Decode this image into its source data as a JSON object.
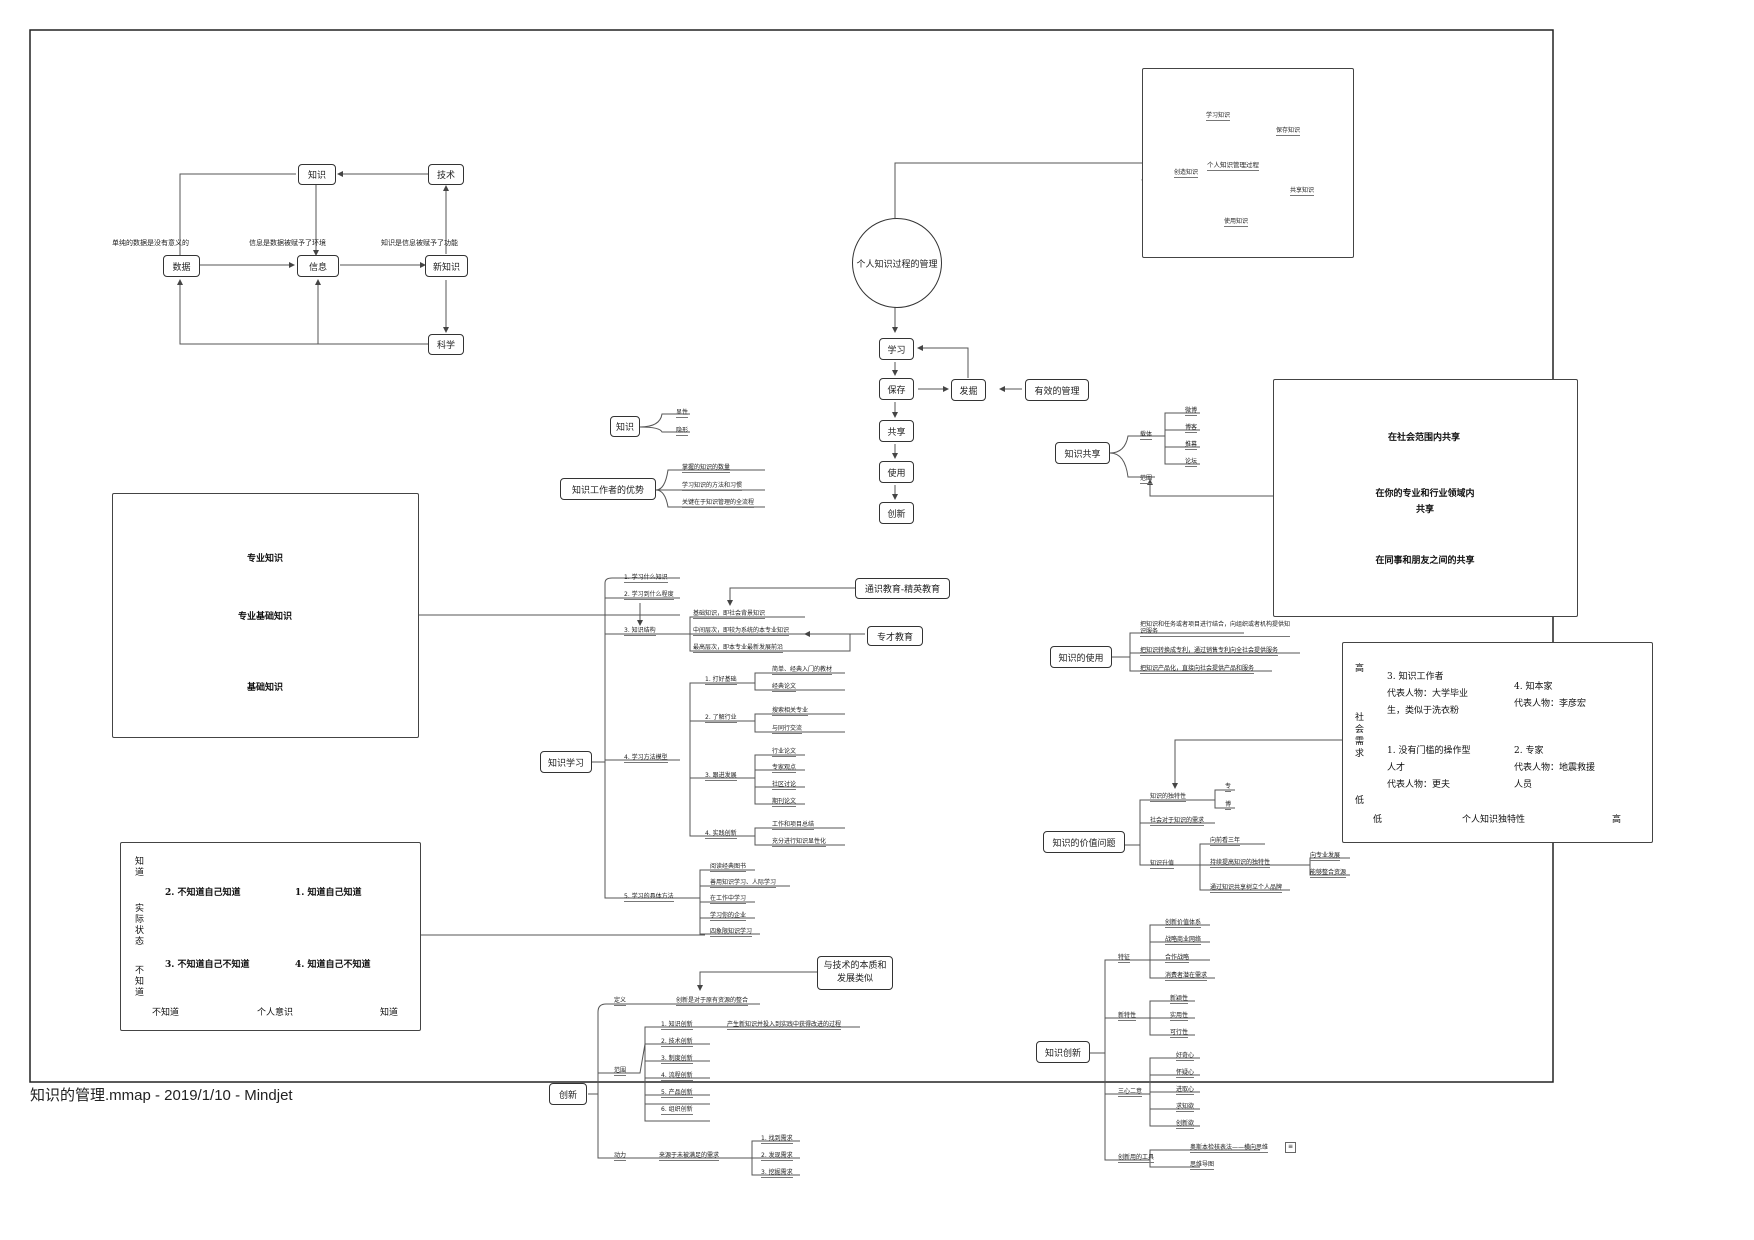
{
  "footer": "知识的管理.mmap - 2019/1/10 - Mindjet",
  "dikw": {
    "zhishi": "知识",
    "jishu": "技术",
    "shuju": "数据",
    "xinxi": "信息",
    "xinzhishi": "新知识",
    "kexue": "科学",
    "l1": "单纯的数据是没有意义的",
    "l2": "信息是数据被赋予了环境",
    "l3": "知识是信息被赋予了功能"
  },
  "central": {
    "title": "个人知识过程的管理",
    "xuexi": "学习",
    "baocun": "保存",
    "gongxiang": "共享",
    "shiyong": "使用",
    "chuangxin": "创新",
    "faju": "发掘",
    "youxiao": "有效的管理"
  },
  "cycle": {
    "center": "个人知识管理过程",
    "items": [
      "学习知识",
      "保存知识",
      "共享知识",
      "使用知识",
      "创造知识"
    ]
  },
  "zhishi_node": {
    "label": "知识",
    "items": [
      "显性",
      "隐形"
    ]
  },
  "worker": {
    "label": "知识工作者的优势",
    "items": [
      "掌握的知识的数量",
      "学习知识的方法和习惯",
      "关键在于知识管理的全流程"
    ]
  },
  "pyramid_left": {
    "top": "专业知识",
    "mid": "专业基础知识",
    "bottom": "基础知识"
  },
  "learning": {
    "label": "知识学习",
    "b1": "1. 学习什么知识",
    "b2": "2. 学习到什么程度",
    "b3": "3. 知识结构",
    "b3items": [
      "基础知识，即社会背景知识",
      "中间层次，即较为系统的本专业知识",
      "最高层次，即本专业最新发展前沿"
    ],
    "tongshi": "通识教育-精英教育",
    "zhuancai": "专才教育",
    "b4": "4. 学习方法模型",
    "b4a": "1. 打好基础",
    "b4a_items": [
      "简单、经典入门的教材",
      "经典论文"
    ],
    "b4b": "2. 了解行业",
    "b4b_items": [
      "搜索相关专业",
      "与同行交流"
    ],
    "b4c": "3. 跟进发展",
    "b4c_items": [
      "行业论文",
      "专家观点",
      "社区讨论",
      "期刊论文"
    ],
    "b4d": "4. 实践创新",
    "b4d_items": [
      "工作和项目总结",
      "充分进行知识显性化"
    ],
    "b5": "5. 学习的具体方法",
    "b5items": [
      "阅读经典图书",
      "善用知识学习、人际学习",
      "在工作中学习",
      "学习你的企业",
      "四象限知识学习"
    ]
  },
  "quadrant_left": {
    "q1": "2. 不知道自己知道",
    "q2": "1. 知道自己知道",
    "q3": "3. 不知道自己不知道",
    "q4": "4. 知道自己不知道",
    "y_top": "知道",
    "y_mid": "实际状态",
    "y_bot": "不知道",
    "x_left": "不知道",
    "x_mid": "个人意识",
    "x_right": "知道"
  },
  "innovation": {
    "label": "创新",
    "callout": "与技术的本质和发展类似",
    "dingyi": "定义",
    "dingyi_item": "创新是对于原有资源的整合",
    "fanwei": "范围",
    "fanwei_items": [
      "1. 知识创新",
      "2. 技术创新",
      "3. 制度创新",
      "4. 流程创新",
      "5. 产品创新",
      "6. 组织创新"
    ],
    "fanwei_note": "产生新知识并投入到实践中获得改进的过程",
    "dongli": "动力",
    "dongli_item": "来源于未被满足的需求",
    "dongli_items": [
      "1. 找到需求",
      "2. 发现需求",
      "3. 挖掘需求"
    ]
  },
  "sharing": {
    "label": "知识共享",
    "zaiti": "载体",
    "fanwei": "范围",
    "items": [
      "微博",
      "博客",
      "推幕",
      "论坛"
    ]
  },
  "pyramid_right": {
    "top": "在社会范围内共享",
    "mid": "在你的专业和行业领域内共享",
    "bottom": "在同事和朋友之间的共享"
  },
  "usage": {
    "label": "知识的使用",
    "items": [
      "把知识和任务或者项目进行结合，向组织或者机构提供知识服务",
      "把知识转换成专利，通过销售专利向全社会提供服务",
      "把知识产品化，直接向社会提供产品和服务"
    ]
  },
  "quadrant_right": {
    "q1": [
      "3. 知识工作者",
      "代表人物：大学毕业",
      "生，类似于洗衣粉"
    ],
    "q2": [
      "4. 知本家",
      "代表人物：李彦宏"
    ],
    "q3": [
      "1. 没有门槛的操作型",
      "人才",
      "代表人物：更夫"
    ],
    "q4": [
      "2. 专家",
      "代表人物：地震救援",
      "人员"
    ],
    "y_high": "高",
    "y_mid": "社会需求",
    "y_low": "低",
    "x_low": "低",
    "x_mid": "个人知识独特性",
    "x_high": "高"
  },
  "value": {
    "label": "知识的价值问题",
    "dute": "知识的独特性",
    "dute_items": [
      "专",
      "博"
    ],
    "xuqiu": "社会对于知识的需求",
    "shengzhi": "知识升值",
    "sz_items": [
      "向前看三年",
      "持续提高知识的独特性",
      "通过知识共享树立个人品牌"
    ],
    "tg_items": [
      "向专业发展",
      "能够整合资源"
    ]
  },
  "chuangxin2": {
    "label": "知识创新",
    "tezheng": "特征",
    "tezheng_items": [
      "创新价值体系",
      "战略商业网络",
      "合作战略",
      "消费者潜在需求"
    ],
    "xin": "新特性",
    "xin_items": [
      "新颖性",
      "实用性",
      "可行性"
    ],
    "sanxin": "三心二意",
    "sanxin_items": [
      "好奇心",
      "怀疑心",
      "进取心",
      "求知欲",
      "创新欲"
    ],
    "gongju": "创新用的工具",
    "gongju_items": [
      "奥斯本检核表法——横向思维",
      "思维导图"
    ]
  }
}
